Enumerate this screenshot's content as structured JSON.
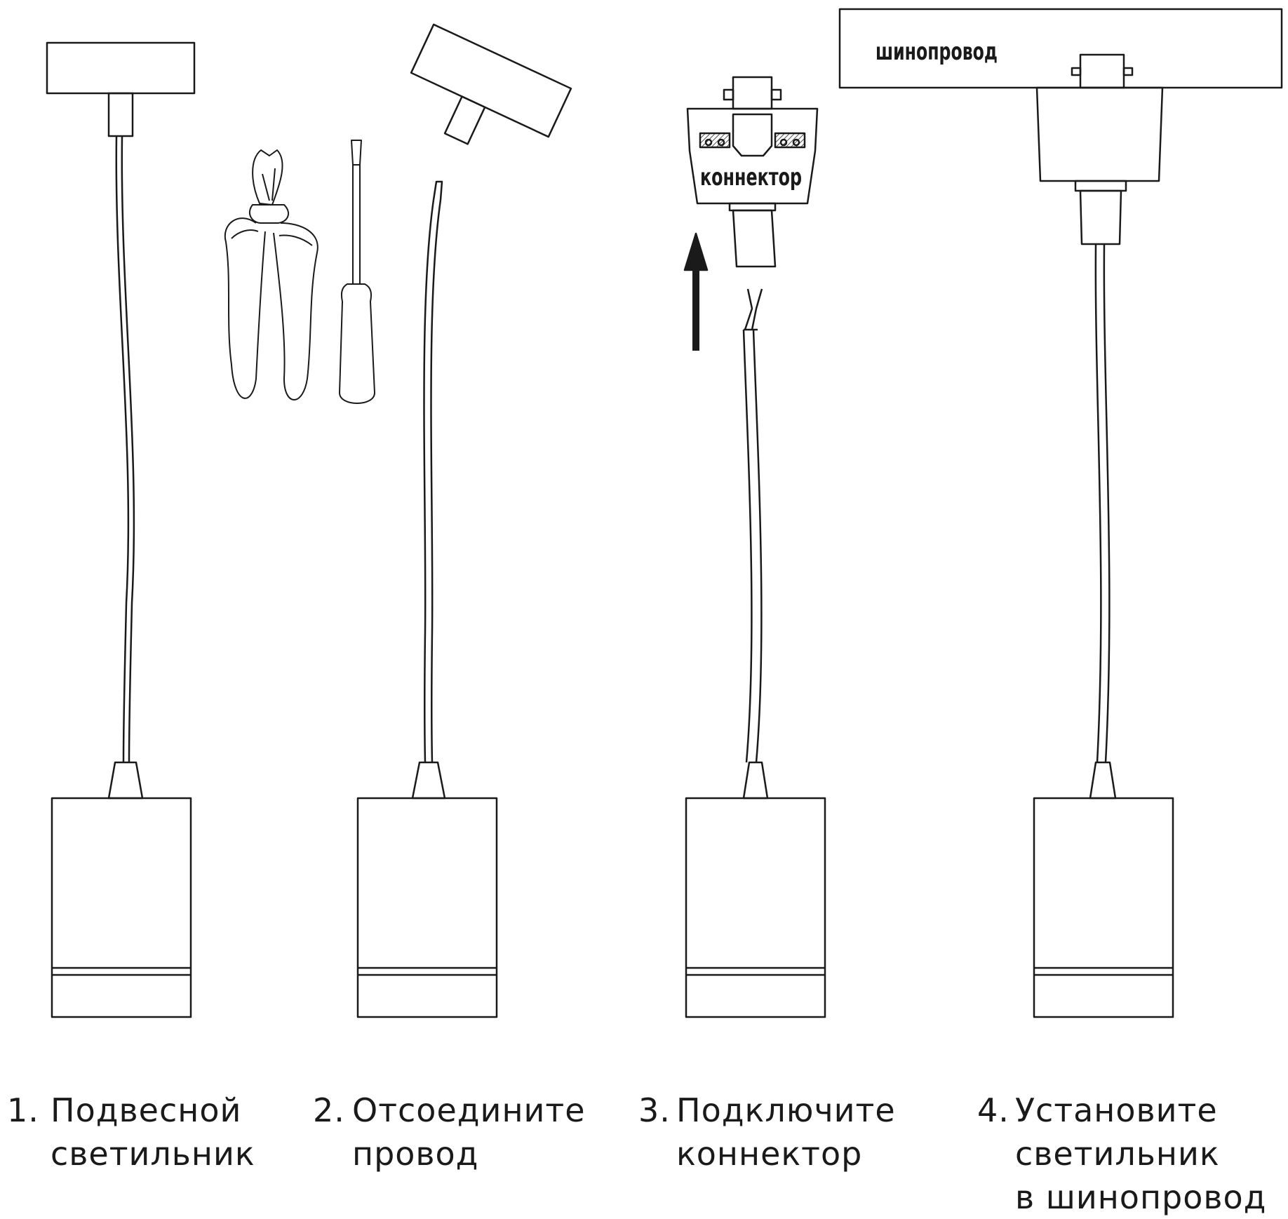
{
  "diagram": {
    "tag_track": "шинопровод",
    "tag_connector": "коннектор"
  },
  "steps": [
    {
      "num": "1.",
      "line1": "Подвесной",
      "line2": "светильник",
      "line3": ""
    },
    {
      "num": "2.",
      "line1": "Отсоедините",
      "line2": "провод",
      "line3": ""
    },
    {
      "num": "3.",
      "line1": "Подключите",
      "line2": "коннектор",
      "line3": ""
    },
    {
      "num": "4.",
      "line1": "Установите",
      "line2": "светильник",
      "line3": "в шинопровод"
    }
  ],
  "colors": {
    "stroke": "#1a1a1a",
    "background": "#ffffff"
  },
  "icons": [
    "pliers-icon",
    "screwdriver-icon",
    "arrow-up-icon"
  ]
}
